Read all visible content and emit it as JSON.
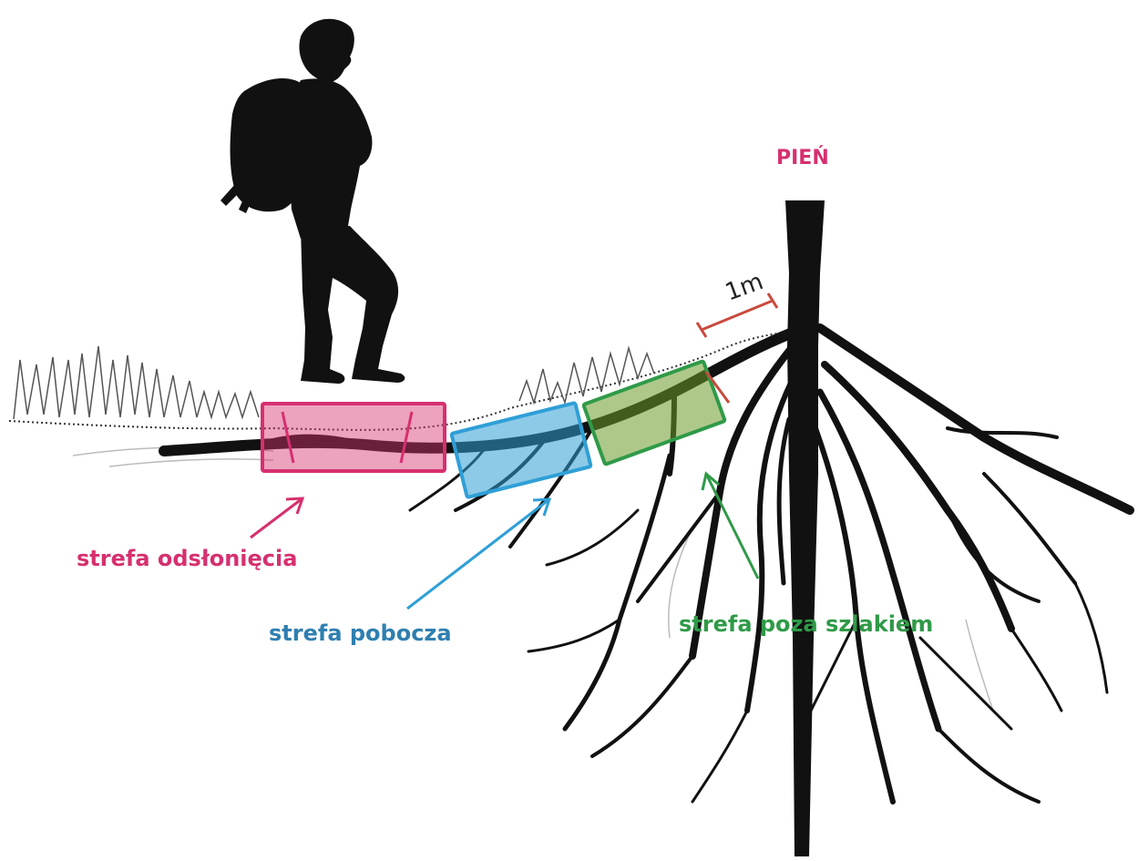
{
  "labels": {
    "trunk": "PIEŃ",
    "scale": "1m",
    "zone_exposure": "strefa odsłonięcia",
    "zone_roadside": "strefa pobocza",
    "zone_offtrail": "strefa poza szlakiem"
  },
  "colors": {
    "exposure": "#d6306f",
    "roadside": "#2f9fd6",
    "offtrail": "#2f9a48",
    "trunk_label": "#d6306f",
    "scale_bar": "#c84a3c",
    "silhouette": "#111111"
  },
  "icons": [
    "hiker-silhouette",
    "tree-root-system",
    "grass-tufts"
  ]
}
